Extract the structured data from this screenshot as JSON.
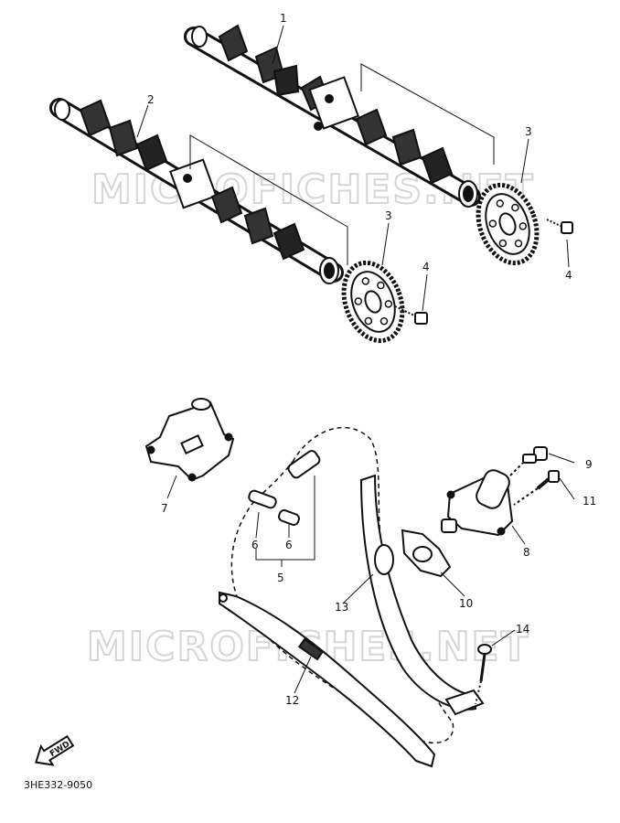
{
  "watermark": "MICROFICHES.NET",
  "fwd_label": "FWD",
  "diagram_code": "3HE332-9050",
  "callouts": [
    "1",
    "2",
    "3",
    "3",
    "4",
    "4",
    "5",
    "6",
    "6",
    "7",
    "8",
    "9",
    "10",
    "11",
    "12",
    "13",
    "14"
  ],
  "colors": {
    "ink": "#111111",
    "watermark": "#d6d6d6",
    "background": "#ffffff"
  }
}
